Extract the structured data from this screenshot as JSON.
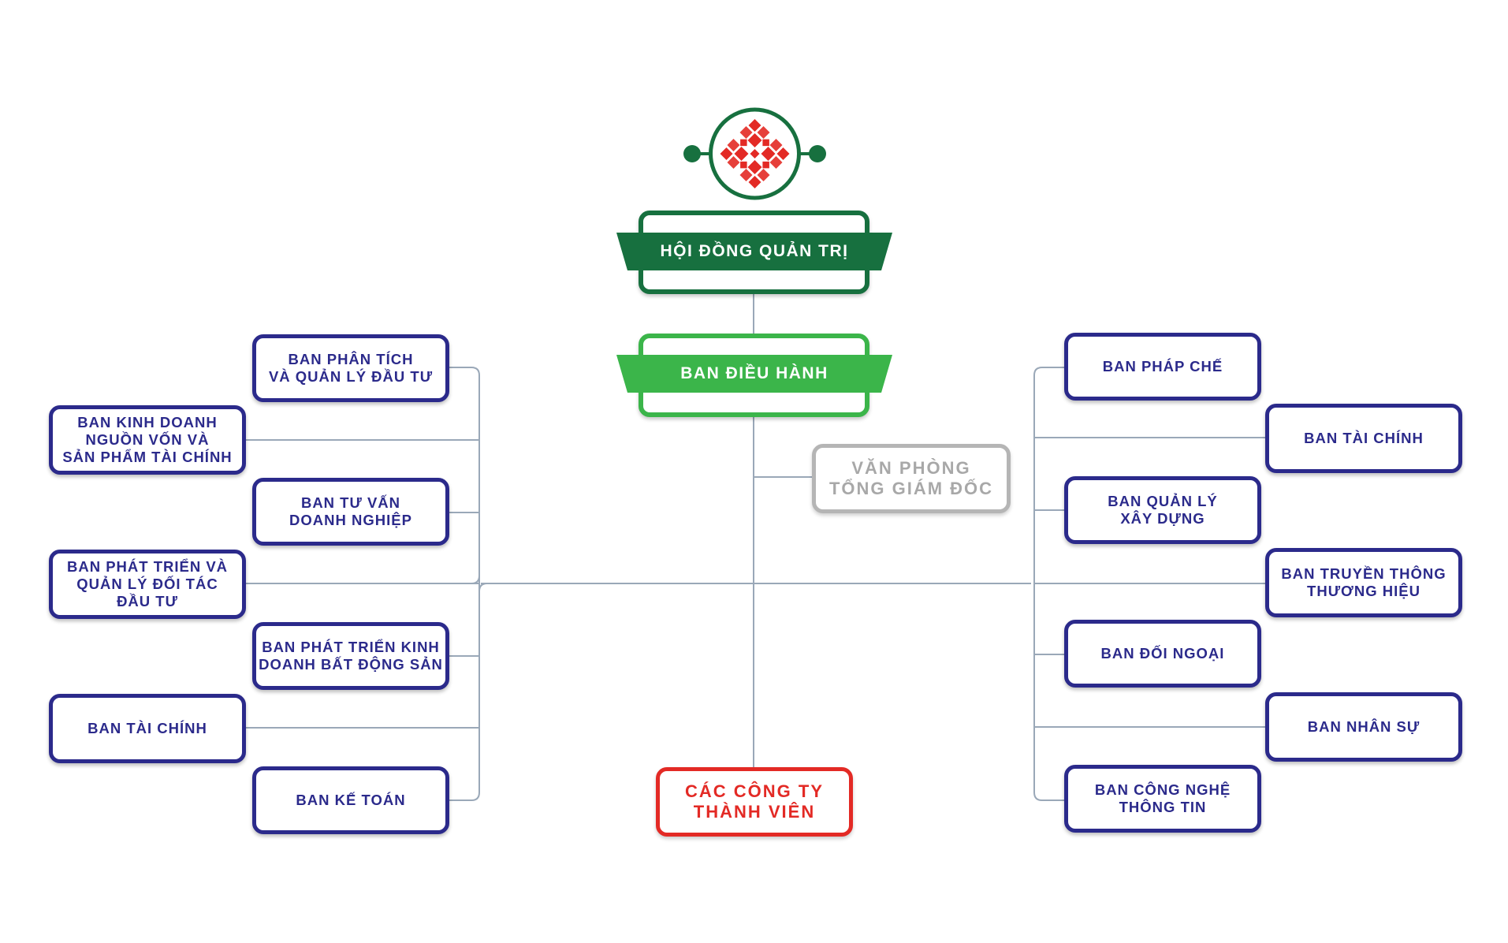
{
  "colors": {
    "board_green": "#17703f",
    "exec_green": "#3bb54a",
    "dept_navy": "#2b2a8b",
    "office_gray": "#b5b5b5",
    "companies_red": "#e32a25",
    "connector": "#9aa8b8",
    "logo_red": "#e32a25"
  },
  "logo": {
    "icon": "flower-logo-icon"
  },
  "board": {
    "label": "HỘI ĐỒNG QUẢN TRỊ"
  },
  "executive": {
    "label": "BAN ĐIỀU HÀNH"
  },
  "office": {
    "label": "VĂN PHÒNG\nTỔNG GIÁM ĐỐC"
  },
  "companies": {
    "label": "CÁC CÔNG TY\nTHÀNH VIÊN"
  },
  "left_departments": [
    {
      "label": "BAN PHÂN TÍCH\nVÀ QUẢN LÝ ĐẦU TƯ"
    },
    {
      "label": "BAN KINH DOANH\nNGUỒN VỐN VÀ\nSẢN PHẨM TÀI CHÍNH"
    },
    {
      "label": "BAN TƯ VẤN\nDOANH NGHIỆP"
    },
    {
      "label": "BAN PHÁT TRIỂN VÀ\nQUẢN LÝ ĐỐI TÁC\nĐẦU TƯ"
    },
    {
      "label": "BAN PHÁT TRIỂN KINH\nDOANH BẤT ĐỘNG SẢN"
    },
    {
      "label": "BAN TÀI CHÍNH"
    },
    {
      "label": "BAN KẾ TOÁN"
    }
  ],
  "right_departments": [
    {
      "label": "BAN PHÁP CHẾ"
    },
    {
      "label": "BAN TÀI CHÍNH"
    },
    {
      "label": "BAN QUẢN LÝ\nXÂY DỰNG"
    },
    {
      "label": "BAN TRUYỀN THÔNG\nTHƯƠNG HIỆU"
    },
    {
      "label": "BAN ĐỐI NGOẠI"
    },
    {
      "label": "BAN NHÂN SỰ"
    },
    {
      "label": "BAN CÔNG NGHỆ\nTHÔNG TIN"
    }
  ]
}
